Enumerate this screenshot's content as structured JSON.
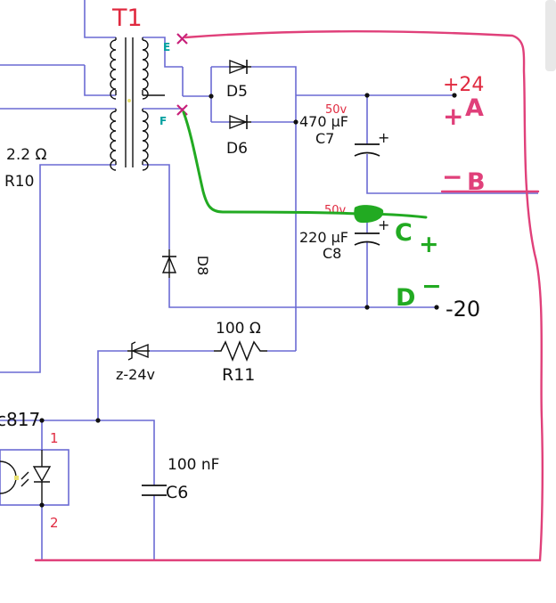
{
  "labels": {
    "t1": "T1",
    "e": "E",
    "f": "F",
    "d5": "D5",
    "d6": "D6",
    "d8": "D8",
    "r10_value": "2.2 Ω",
    "r10": "R10",
    "c7_voltage": "50v",
    "c7_value": "470 µF",
    "c7": "C7",
    "c8_voltage": "50v",
    "c8_value": "220 µF",
    "c8": "C8",
    "r11_value": "100 Ω",
    "r11": "R11",
    "zener": "z-24v",
    "optocoupler": "c817",
    "pin1": "1",
    "pin2": "2",
    "c6_value": "100 nF",
    "c6": "C6",
    "vplus": "+24",
    "vminus": "-20",
    "plus_sign": "+",
    "minus_sign": "−",
    "ann_a": "A",
    "ann_b": "B",
    "ann_c": "C",
    "ann_d": "D"
  },
  "colors": {
    "wire": "#6a6ad4",
    "component": "#111111",
    "label_red": "#e02a40",
    "annotation_pink": "#e0407a",
    "annotation_green": "#22aa22",
    "terminal_e": "#00a0a0",
    "cross_mark": "#c8207a"
  }
}
